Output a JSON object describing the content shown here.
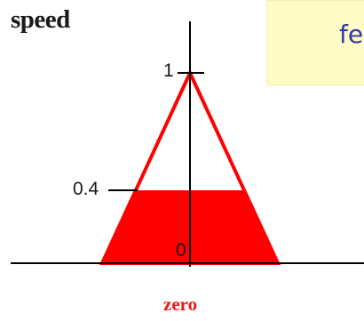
{
  "title": "speed",
  "callout": {
    "text": "fe"
  },
  "axis": {
    "tick_top": "1",
    "tick_mid": "0.4",
    "tick_origin": "0"
  },
  "membership": {
    "label": "zero",
    "shape": "triangle",
    "peak": 1,
    "cut_level": 0.4,
    "color": "#ff0000"
  }
}
